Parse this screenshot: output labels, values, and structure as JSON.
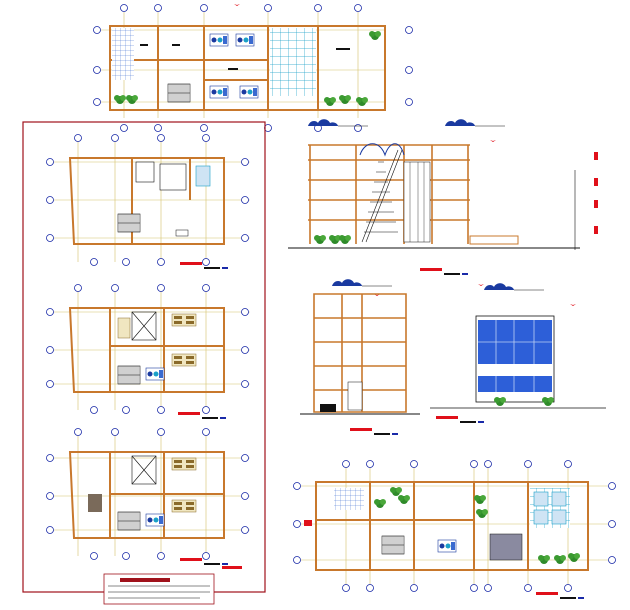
{
  "drawing": {
    "kind": "architectural CAD sheet",
    "views": [
      "plan-top",
      "plan-1",
      "plan-2",
      "plan-3",
      "section-a",
      "section-b",
      "facade",
      "plan-bottom"
    ]
  },
  "colors": {
    "wall": "#c8782c",
    "grid_line": "#d6c26a",
    "grid_bubble": "#1a2aa8",
    "border": "#a0121b",
    "title_bar": "#e0101a",
    "glass": "#2d5fd8",
    "hatch": "#1aa0c8",
    "vegetation": "#2f8a2a",
    "sky_sketch": "#1a3aa0",
    "ink": "#111111"
  },
  "icons": [
    "north-arrow-icon",
    "bird-icon",
    "tree-icon",
    "stair-icon",
    "car-icon"
  ]
}
